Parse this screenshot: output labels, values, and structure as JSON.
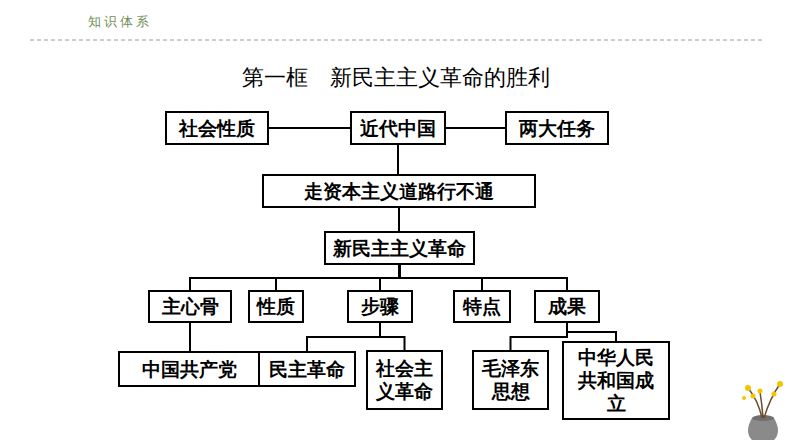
{
  "diagram": {
    "title": "第一框　新民主主义革命的胜利",
    "nodes": [
      {
        "text": [
          "社会性质"
        ]
      },
      {
        "text": [
          "近代中国"
        ]
      },
      {
        "text": [
          "两大任务"
        ]
      },
      {
        "text": [
          "走资本主义道路行不通"
        ]
      },
      {
        "text": [
          "新民主主义革命"
        ]
      },
      {
        "text": [
          "主心骨"
        ]
      },
      {
        "text": [
          "性质"
        ]
      },
      {
        "text": [
          "步骤"
        ]
      },
      {
        "text": [
          "特点"
        ]
      },
      {
        "text": [
          "成果"
        ]
      },
      {
        "text": [
          "中国共产党"
        ]
      },
      {
        "text": [
          "民主革命"
        ]
      },
      {
        "text": [
          "社会主义革命"
        ]
      },
      {
        "text": [
          "毛泽东思想"
        ]
      },
      {
        "text": [
          "中华人民共和国成立"
        ]
      }
    ],
    "edges": [
      {
        "from": 1,
        "to": 0,
        "arrow": "none"
      },
      {
        "from": 1,
        "to": 2,
        "arrow": "none"
      },
      {
        "from": 1,
        "to": 3,
        "arrow": "none"
      },
      {
        "from": 3,
        "to": 4,
        "arrow": "none"
      },
      {
        "from": 4,
        "to": 5,
        "arrow": "none"
      },
      {
        "from": 4,
        "to": 6,
        "arrow": "none"
      },
      {
        "from": 4,
        "to": 7,
        "arrow": "none"
      },
      {
        "from": 4,
        "to": 8,
        "arrow": "none"
      },
      {
        "from": 4,
        "to": 9,
        "arrow": "none"
      },
      {
        "from": 5,
        "to": 10,
        "arrow": "none"
      },
      {
        "from": 7,
        "to": 11,
        "arrow": "none"
      },
      {
        "from": 7,
        "to": 12,
        "arrow": "none"
      },
      {
        "from": 9,
        "to": 13,
        "arrow": "none"
      },
      {
        "from": 9,
        "to": 14,
        "arrow": "none"
      }
    ],
    "labels": [
      "知识体系"
    ]
  }
}
